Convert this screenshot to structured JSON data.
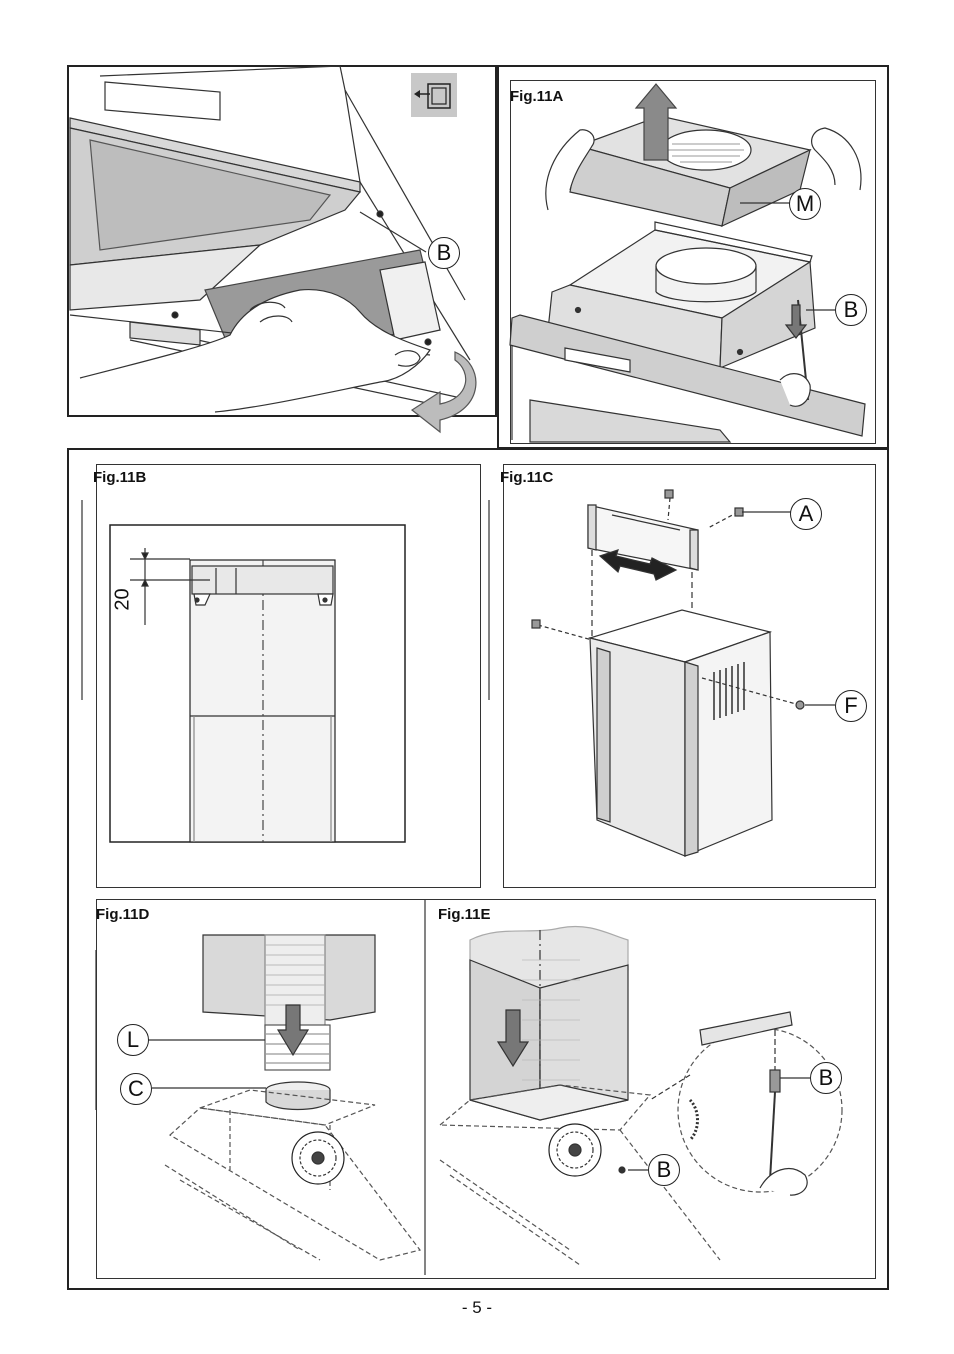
{
  "figures": {
    "fig11a": {
      "label": "Fig.11A"
    },
    "fig11b": {
      "label": "Fig.11B",
      "dimension": "20"
    },
    "fig11c": {
      "label": "Fig.11C"
    },
    "fig11d": {
      "label": "Fig.11D"
    },
    "fig11e": {
      "label": "Fig.11E"
    }
  },
  "callouts": {
    "top_left_b": "B",
    "fig11a_m": "M",
    "fig11a_b": "B",
    "fig11c_a": "A",
    "fig11c_f": "F",
    "fig11d_l": "L",
    "fig11d_c": "C",
    "fig11e_b_detail": "B",
    "fig11e_b": "B"
  },
  "icons": {
    "filter_icon": "filter-removal-icon"
  },
  "page_number": "- 5 -"
}
